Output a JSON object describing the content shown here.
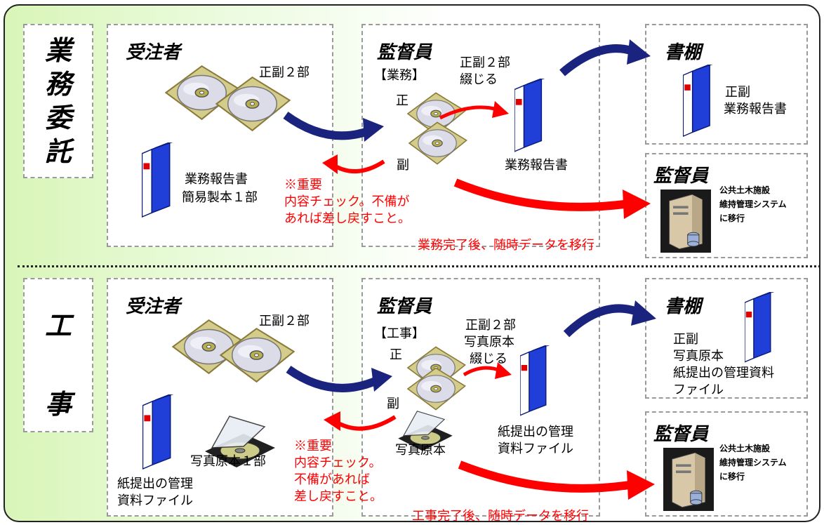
{
  "sections": {
    "gyomu": {
      "label_chars": [
        "業",
        "務",
        "委",
        "託"
      ],
      "contractor": {
        "heading": "受注者",
        "copies": "正副２部",
        "report_line1": "業務報告書",
        "report_line2": "簡易製本１部"
      },
      "inspector": {
        "heading": "監督員",
        "bracket": "【業務】",
        "sei": "正",
        "fuku": "副",
        "bind_line1": "正副２部",
        "bind_line2": "綴じる",
        "report": "業務報告書"
      },
      "shelf": {
        "heading": "書棚",
        "line1": "正副",
        "line2": "業務報告書"
      },
      "important": [
        "※重要",
        "内容チェック。不備が",
        "あれば差し戻すこと。"
      ],
      "system": {
        "heading": "監督員",
        "line1": "公共土木施設",
        "line2": "維持管理システム",
        "line3": "に移行"
      },
      "migrate": "業務完了後、随時データを移行"
    },
    "kouji": {
      "label_chars": [
        "工",
        "事"
      ],
      "contractor": {
        "heading": "受注者",
        "copies": "正副２部",
        "photo": "写真原本１部",
        "file_line1": "紙提出の管理",
        "file_line2": "資料ファイル"
      },
      "inspector": {
        "heading": "監督員",
        "bracket": "【工事】",
        "sei": "正",
        "fuku": "副",
        "bind_line1": "正副２部",
        "bind_line2": "写真原本",
        "bind_line3": "綴じる",
        "photo": "写真原本",
        "file_line1": "紙提出の管理",
        "file_line2": "資料ファイル"
      },
      "shelf": {
        "heading": "書棚",
        "line1": "正副",
        "line2": "写真原本",
        "line3": "紙提出の管理資料",
        "line4": "ファイル"
      },
      "important": [
        "※重要",
        "内容チェック。",
        "不備があれば",
        "差し戻すこと。"
      ],
      "system": {
        "heading": "監督員",
        "line1": "公共土木施設",
        "line2": "維持管理システム",
        "line3": "に移行"
      },
      "migrate": "工事完了後、随時データを移行"
    }
  },
  "colors": {
    "arrow_blue": "#1a237e",
    "arrow_red": "#ff0000",
    "binder_blue": "#1f3fd8",
    "frame_green": "#d9f5b8",
    "text_red": "#ff0000"
  },
  "icons": [
    "cd-disc-icon",
    "binder-icon",
    "cd-case-icon",
    "server-icon",
    "curved-arrow-icon"
  ]
}
